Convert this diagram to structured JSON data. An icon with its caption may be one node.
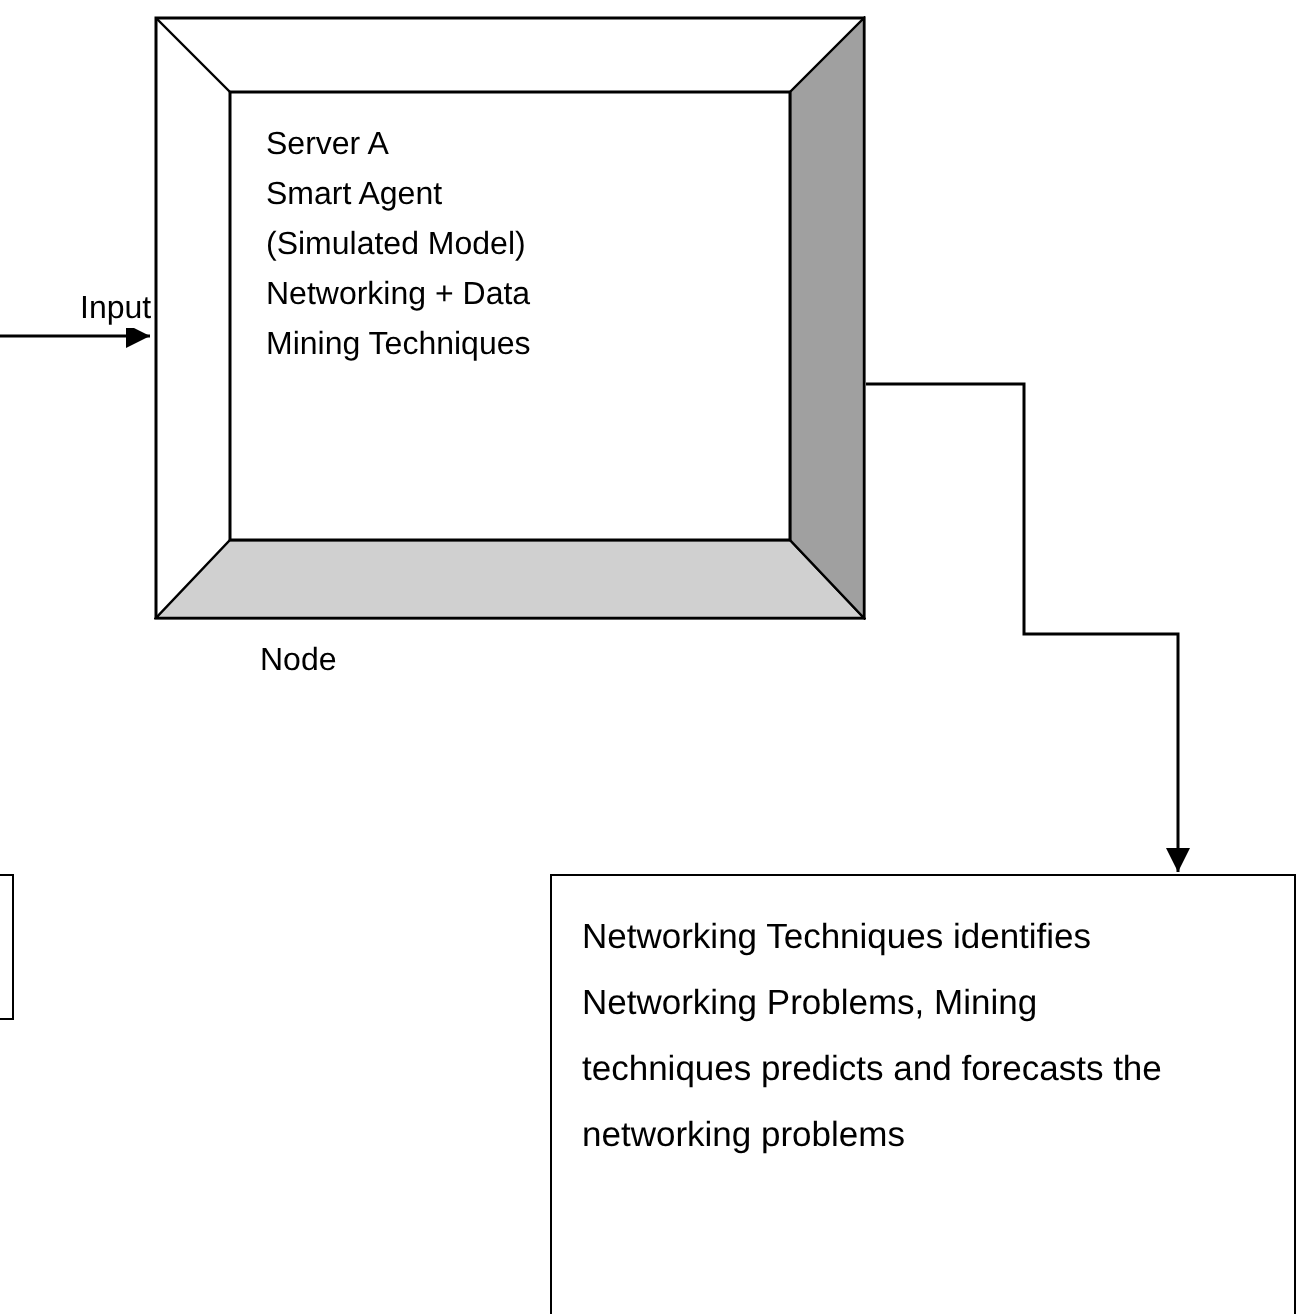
{
  "diagram": {
    "nodes": [
      {
        "text": [
          "Server A",
          "Smart Agent",
          "(Simulated Model)",
          "Networking + Data Mining Techniques"
        ],
        "beside": [
          "Node"
        ]
      },
      {
        "text": [
          "Networking Techniques identifies Networking Problems, Mining techniques predicts and forecasts the networking problems"
        ]
      },
      {
        "text": [],
        "shape": "box"
      }
    ],
    "edges": [
      {
        "from": null,
        "to": 0,
        "arrow": "to",
        "label": "Input"
      },
      {
        "from": 0,
        "to": 1,
        "arrow": "to"
      }
    ]
  }
}
